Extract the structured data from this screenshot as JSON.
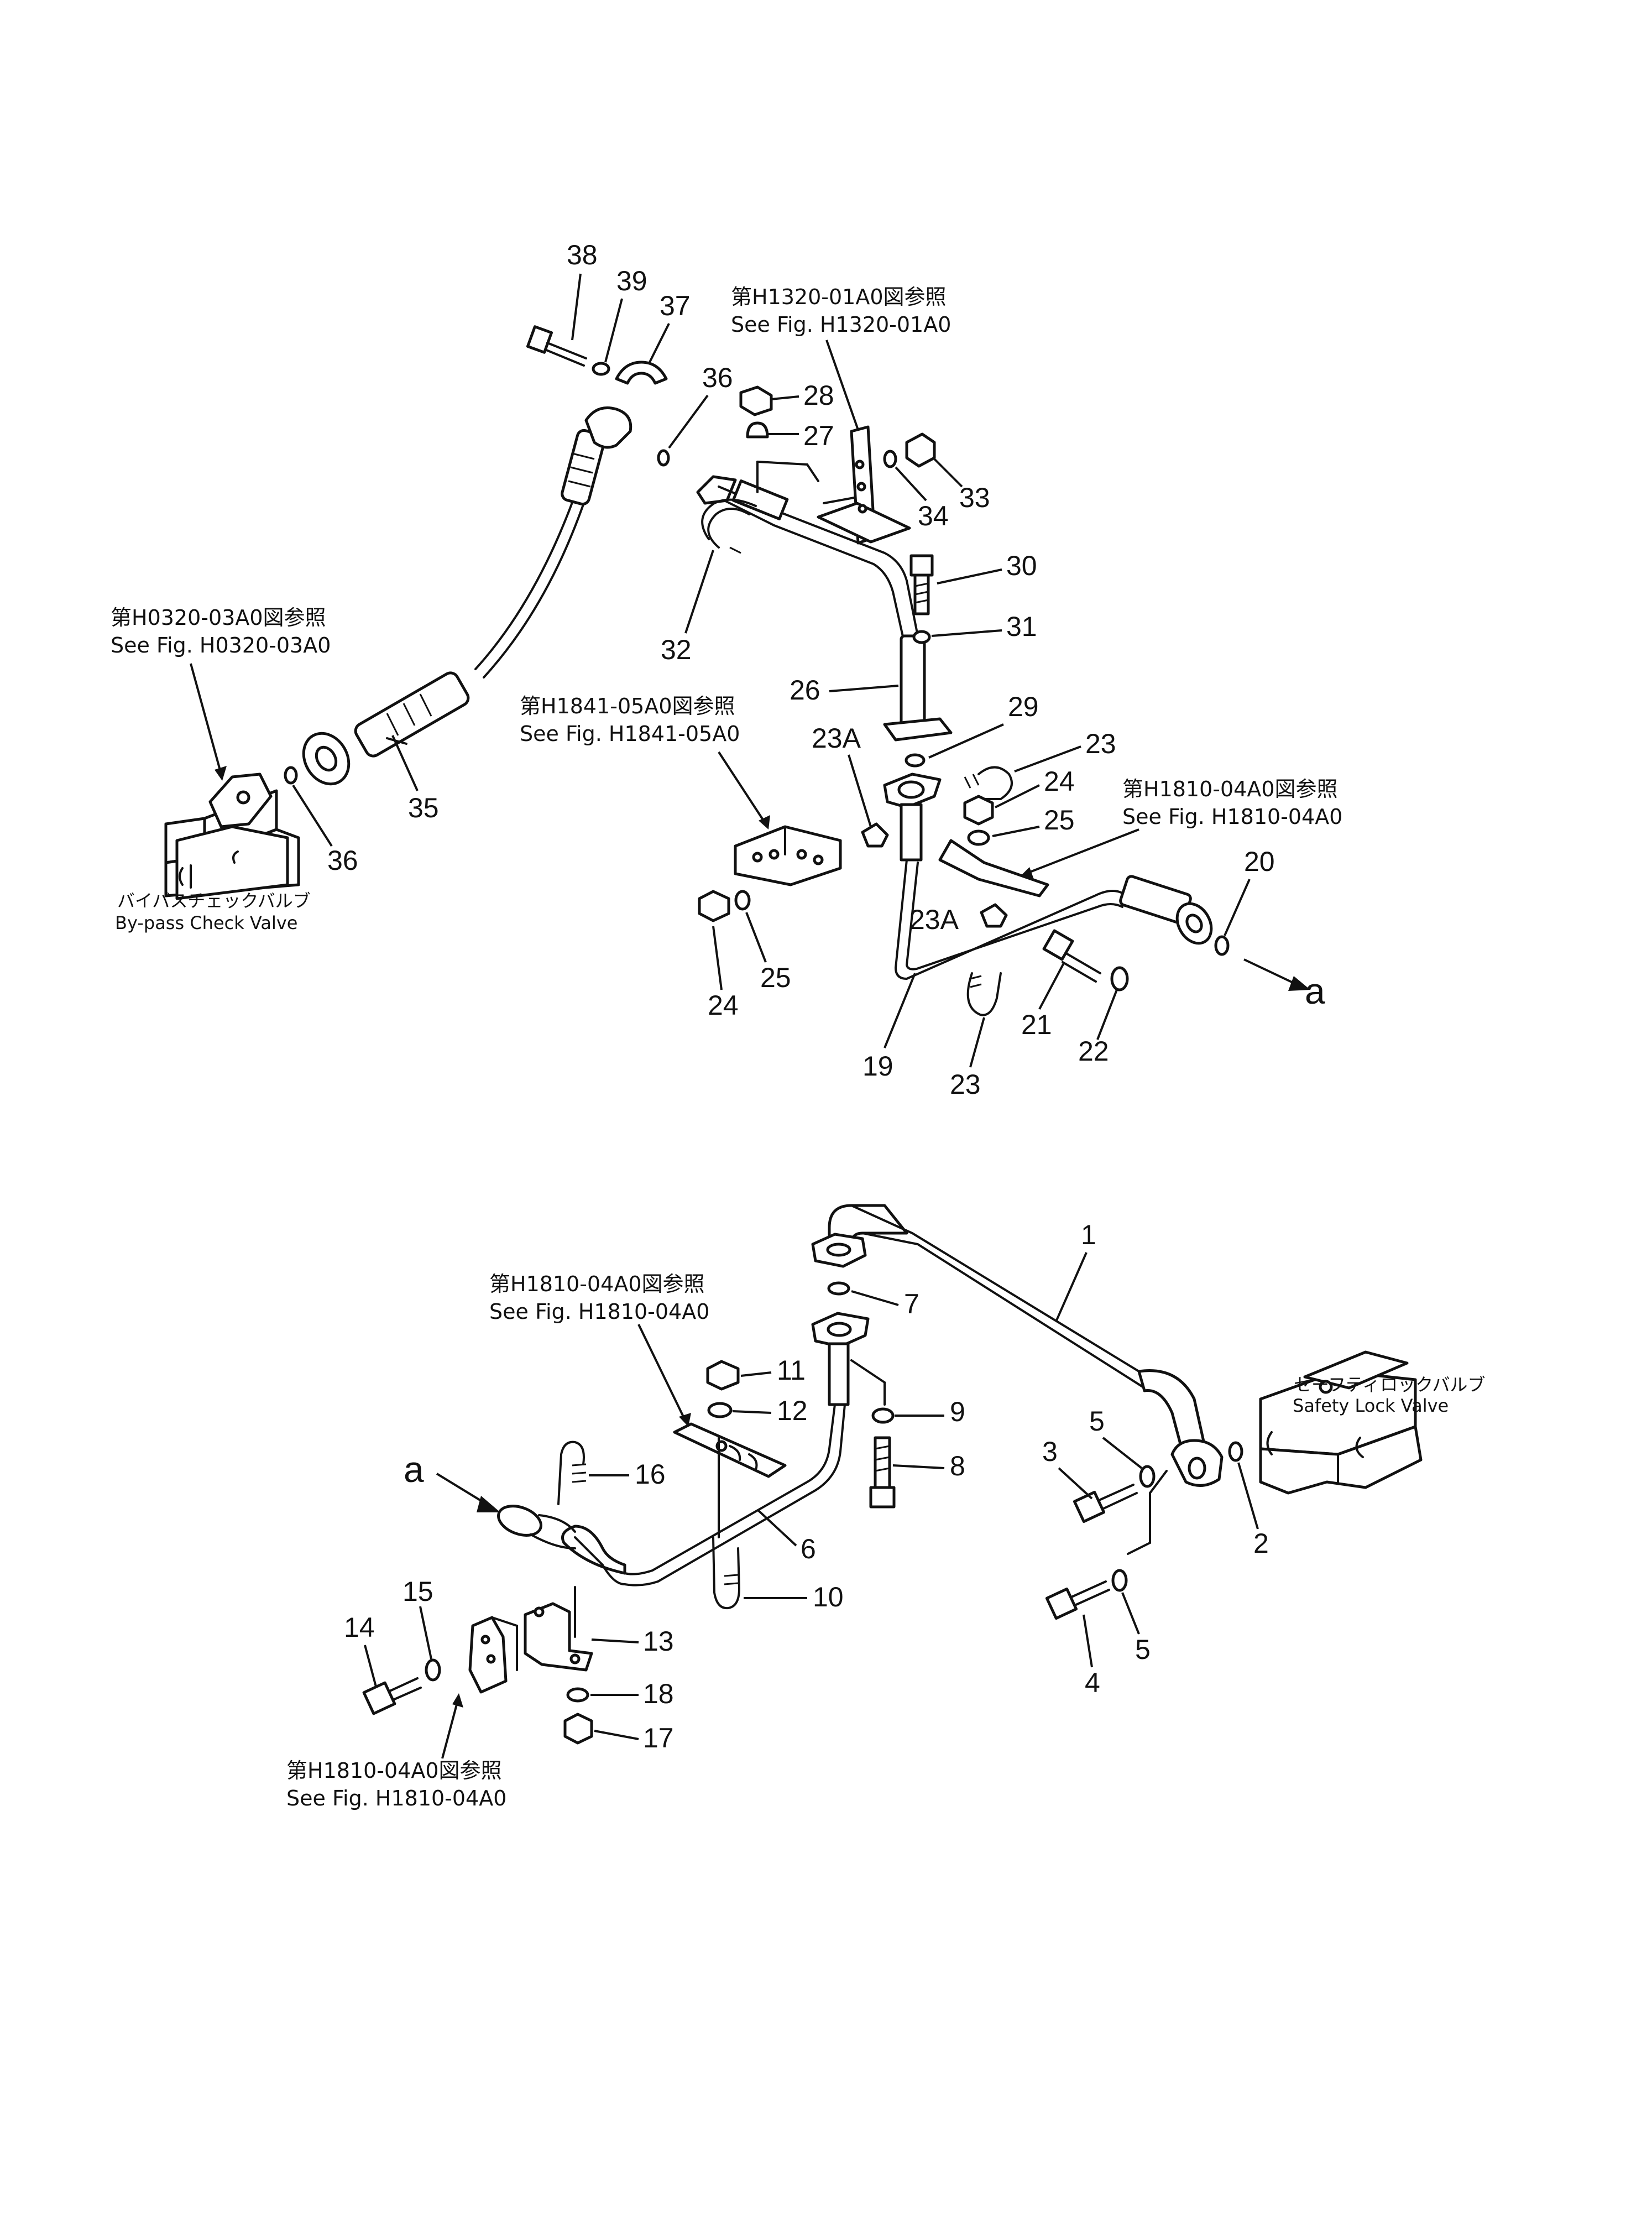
{
  "references": {
    "h1320_jp": "第H1320-01A0図参照",
    "h1320_en": "See  Fig. H1320-01A0",
    "h0320_jp": "第H0320-03A0図参照",
    "h0320_en": "See  Fig. H0320-03A0",
    "h1841_jp": "第H1841-05A0図参照",
    "h1841_en": "See  Fig. H1841-05A0",
    "h1810_upper_jp": "第H1810-04A0図参照",
    "h1810_upper_en": "See  Fig. H1810-04A0",
    "h1810_mid_jp": "第H1810-04A0図参照",
    "h1810_mid_en": "See  Fig. H1810-04A0",
    "h1810_bottom_jp": "第H1810-04A0図参照",
    "h1810_bottom_en": "See  Fig. H1810-04A0"
  },
  "components": {
    "bypass_jp": "バイパスチェックバルブ",
    "bypass_en": "By-pass  Check  Valve",
    "safety_jp": "セーフティロックバルブ",
    "safety_en": "Safety  Lock  Valve"
  },
  "connectors": {
    "upper_a": "a",
    "lower_a": "a"
  },
  "part_labels": {
    "p38": "38",
    "p39": "39",
    "p37": "37",
    "p36a": "36",
    "p28": "28",
    "p27": "27",
    "p34": "34",
    "p33": "33",
    "p30": "30",
    "p31": "31",
    "p32": "32",
    "p26": "26",
    "p29": "29",
    "p23a": "23",
    "p23b": "23",
    "p23A_a": "23A",
    "p23A_b": "23A",
    "p24a": "24",
    "p25a": "25",
    "p24b": "24",
    "p25b": "25",
    "p20": "20",
    "p21": "21",
    "p22": "22",
    "p19": "19",
    "p35": "35",
    "p36b": "36",
    "p1": "1",
    "p7": "7",
    "p11": "11",
    "p12": "12",
    "p9": "9",
    "p8": "8",
    "p16": "16",
    "p6": "6",
    "p10": "10",
    "p3": "3",
    "p5a": "5",
    "p5b": "5",
    "p2": "2",
    "p4": "4",
    "p14": "14",
    "p15": "15",
    "p13": "13",
    "p18": "18",
    "p17": "17"
  }
}
